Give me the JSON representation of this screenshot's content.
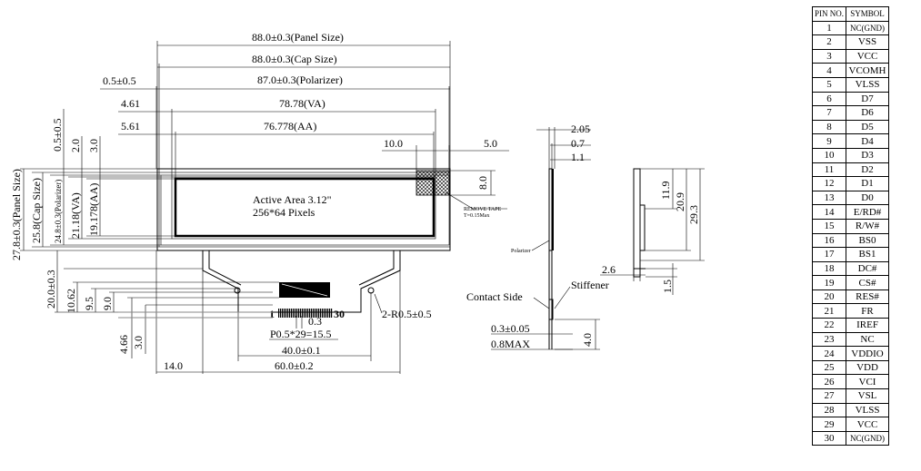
{
  "front": {
    "panel_size": "88.0±0.3(Panel Size)",
    "cap_size": "88.0±0.3(Cap Size)",
    "polarizer": "87.0±0.3(Polarizer)",
    "left_offset": "0.5±0.5",
    "va_offset": "4.61",
    "va_width": "78.78(VA)",
    "aa_offset": "5.61",
    "aa_width": "76.778(AA)",
    "tape_w": "10.0",
    "tape_gap": "5.0",
    "tape_h": "8.0",
    "remove_tape": "REMOVE TAPE",
    "remove_tape_t": "T=0.15Max",
    "top_offset_1": "0.5±0.5",
    "top_offset_2": "2.0",
    "top_offset_3": "3.0",
    "panel_h": "27.8±0.3(Panel Size)",
    "cap_h": "25.8(Cap Size)",
    "polarizer_h": "24.8±0.3(Polarizer)",
    "va_h": "21.18(VA)",
    "aa_h": "19.178(AA)",
    "active_area": "Active Area 3.12\"",
    "pixels": "256*64 Pixels"
  },
  "fpc": {
    "h_total": "20.0±0.3",
    "h1": "10.62",
    "h2": "9.5",
    "h3": "9.0",
    "h4": "4.66",
    "h5": "3.0",
    "pitch_w": "0.3",
    "pitch": "P0.5*29=15.5",
    "pin_first": "1",
    "pin_last": "30",
    "w_inner": "40.0±0.1",
    "w_outer": "60.0±0.2",
    "left_gap": "14.0",
    "hole": "2-R0.5±0.5"
  },
  "side": {
    "d1": "2.05",
    "d2": "0.7",
    "d3": "1.1",
    "polarizer": "Polarizer",
    "contact_side": "Contact Side",
    "stiffener": "Stiffener",
    "fpc_t": "0.3±0.05",
    "max_t": "0.8MAX",
    "stiff_h": "4.0"
  },
  "right_view": {
    "d1": "11.9",
    "d2": "20.9",
    "d3": "29.3",
    "d4": "2.6",
    "d5": "1.5"
  },
  "pin_table": {
    "header_no": "PIN NO.",
    "header_symbol": "SYMBOL",
    "rows": [
      {
        "no": "1",
        "symbol": "NC(GND)"
      },
      {
        "no": "2",
        "symbol": "VSS"
      },
      {
        "no": "3",
        "symbol": "VCC"
      },
      {
        "no": "4",
        "symbol": "VCOMH"
      },
      {
        "no": "5",
        "symbol": "VLSS"
      },
      {
        "no": "6",
        "symbol": "D7"
      },
      {
        "no": "7",
        "symbol": "D6"
      },
      {
        "no": "8",
        "symbol": "D5"
      },
      {
        "no": "9",
        "symbol": "D4"
      },
      {
        "no": "10",
        "symbol": "D3"
      },
      {
        "no": "11",
        "symbol": "D2"
      },
      {
        "no": "12",
        "symbol": "D1"
      },
      {
        "no": "13",
        "symbol": "D0"
      },
      {
        "no": "14",
        "symbol": "E/RD#"
      },
      {
        "no": "15",
        "symbol": "R/W#"
      },
      {
        "no": "16",
        "symbol": "BS0"
      },
      {
        "no": "17",
        "symbol": "BS1"
      },
      {
        "no": "18",
        "symbol": "DC#"
      },
      {
        "no": "19",
        "symbol": "CS#"
      },
      {
        "no": "20",
        "symbol": "RES#"
      },
      {
        "no": "21",
        "symbol": "FR"
      },
      {
        "no": "22",
        "symbol": "IREF"
      },
      {
        "no": "23",
        "symbol": "NC"
      },
      {
        "no": "24",
        "symbol": "VDDIO"
      },
      {
        "no": "25",
        "symbol": "VDD"
      },
      {
        "no": "26",
        "symbol": "VCI"
      },
      {
        "no": "27",
        "symbol": "VSL"
      },
      {
        "no": "28",
        "symbol": "VLSS"
      },
      {
        "no": "29",
        "symbol": "VCC"
      },
      {
        "no": "30",
        "symbol": "NC(GND)"
      }
    ]
  }
}
